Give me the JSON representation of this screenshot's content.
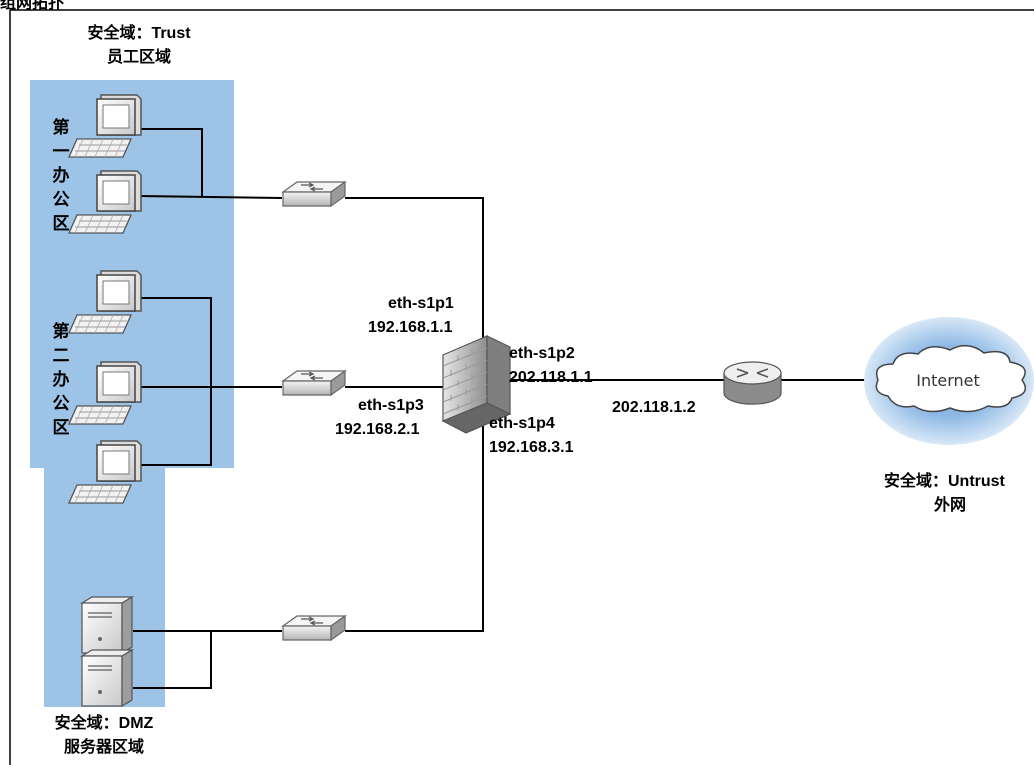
{
  "header_fragment": "组网拓扑",
  "zones": {
    "trust": {
      "title": "安全域：Trust",
      "subtitle": "员工区域"
    },
    "office1": {
      "label": "第一办公区",
      "chars": [
        "第",
        "一",
        "办",
        "公",
        "区"
      ]
    },
    "office2": {
      "label": "第二办公区",
      "chars": [
        "第",
        "二",
        "办",
        "公",
        "区"
      ]
    },
    "dmz": {
      "title": "安全域：DMZ",
      "subtitle": "服务器区域"
    },
    "untrust": {
      "title": "安全域：Untrust",
      "subtitle": "外网",
      "cloud_label": "Internet"
    }
  },
  "firewall_ports": {
    "p1": {
      "name": "eth-s1p1",
      "ip": "192.168.1.1"
    },
    "p2": {
      "name": "eth-s1p2",
      "ip": "202.118.1.1"
    },
    "p3": {
      "name": "eth-s1p3",
      "ip": "192.168.2.1"
    },
    "p4": {
      "name": "eth-s1p4",
      "ip": "192.168.3.1"
    }
  },
  "router_ip": "202.118.1.2",
  "colors": {
    "zone_fill": "#9dc3e6",
    "cloud_glow": "#8db8e4",
    "line": "#000000"
  },
  "icons": [
    "pc-icon",
    "switch-icon",
    "firewall-icon",
    "router-icon",
    "server-icon",
    "cloud-icon"
  ]
}
